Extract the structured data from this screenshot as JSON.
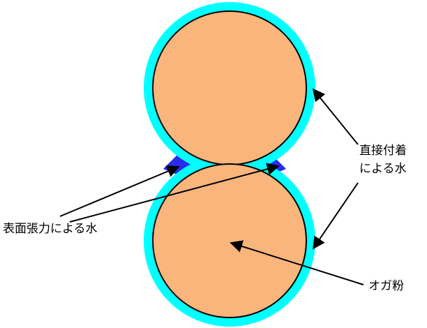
{
  "labels": {
    "surface_tension_water": "表面張力による水",
    "direct_adhesion_line1": "直接付着",
    "direct_adhesion_line2": "による水",
    "okara_powder": "オガ粉"
  },
  "colors": {
    "particle_fill": "#f9b57c",
    "water_film": "#00ffff",
    "meniscus_water": "#2a2af0",
    "outline": "#000000"
  }
}
